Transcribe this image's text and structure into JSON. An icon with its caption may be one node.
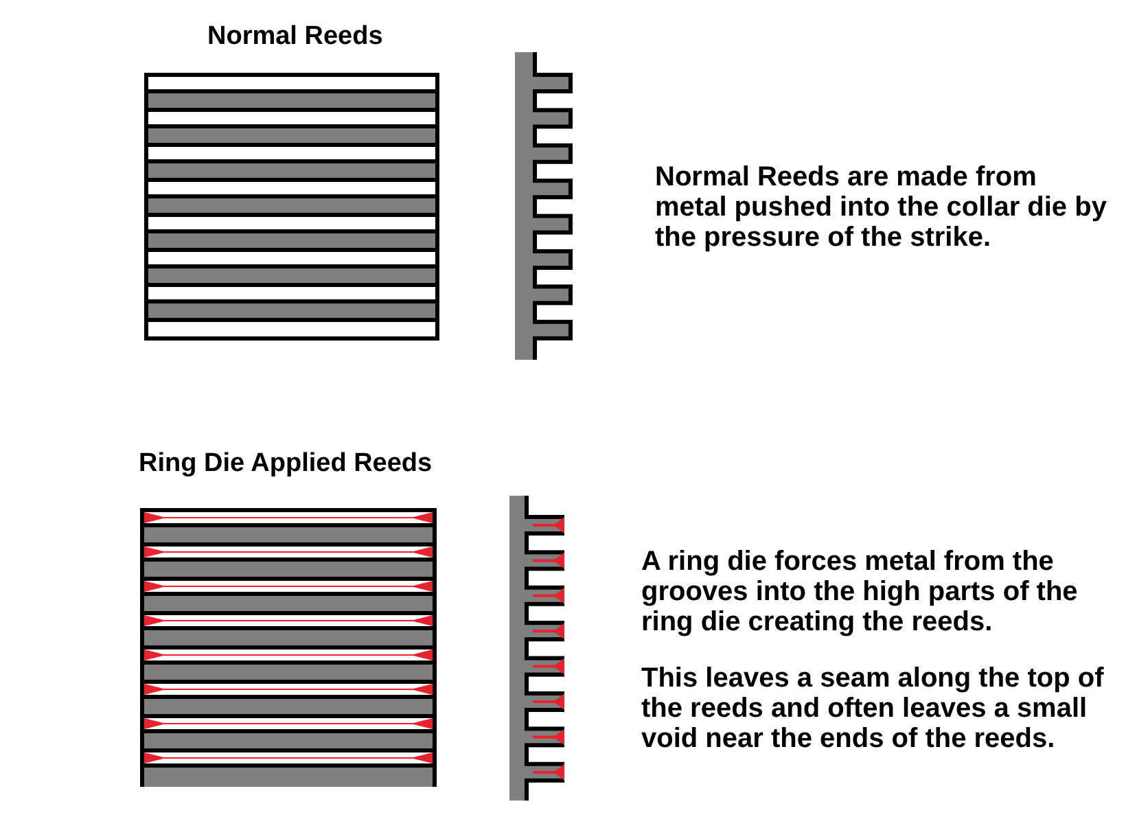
{
  "diagram": {
    "labels": [
      "Normal Reeds",
      "Normal Reeds are made from metal pushed into the collar die by the pressure of the strike.",
      "Ring Die Applied Reeds",
      "A ring die forces metal from the grooves into the high parts of the ring die creating the reeds.",
      "This leaves a seam along the top of the reeds and often leaves a small void near the ends of the reeds."
    ]
  }
}
